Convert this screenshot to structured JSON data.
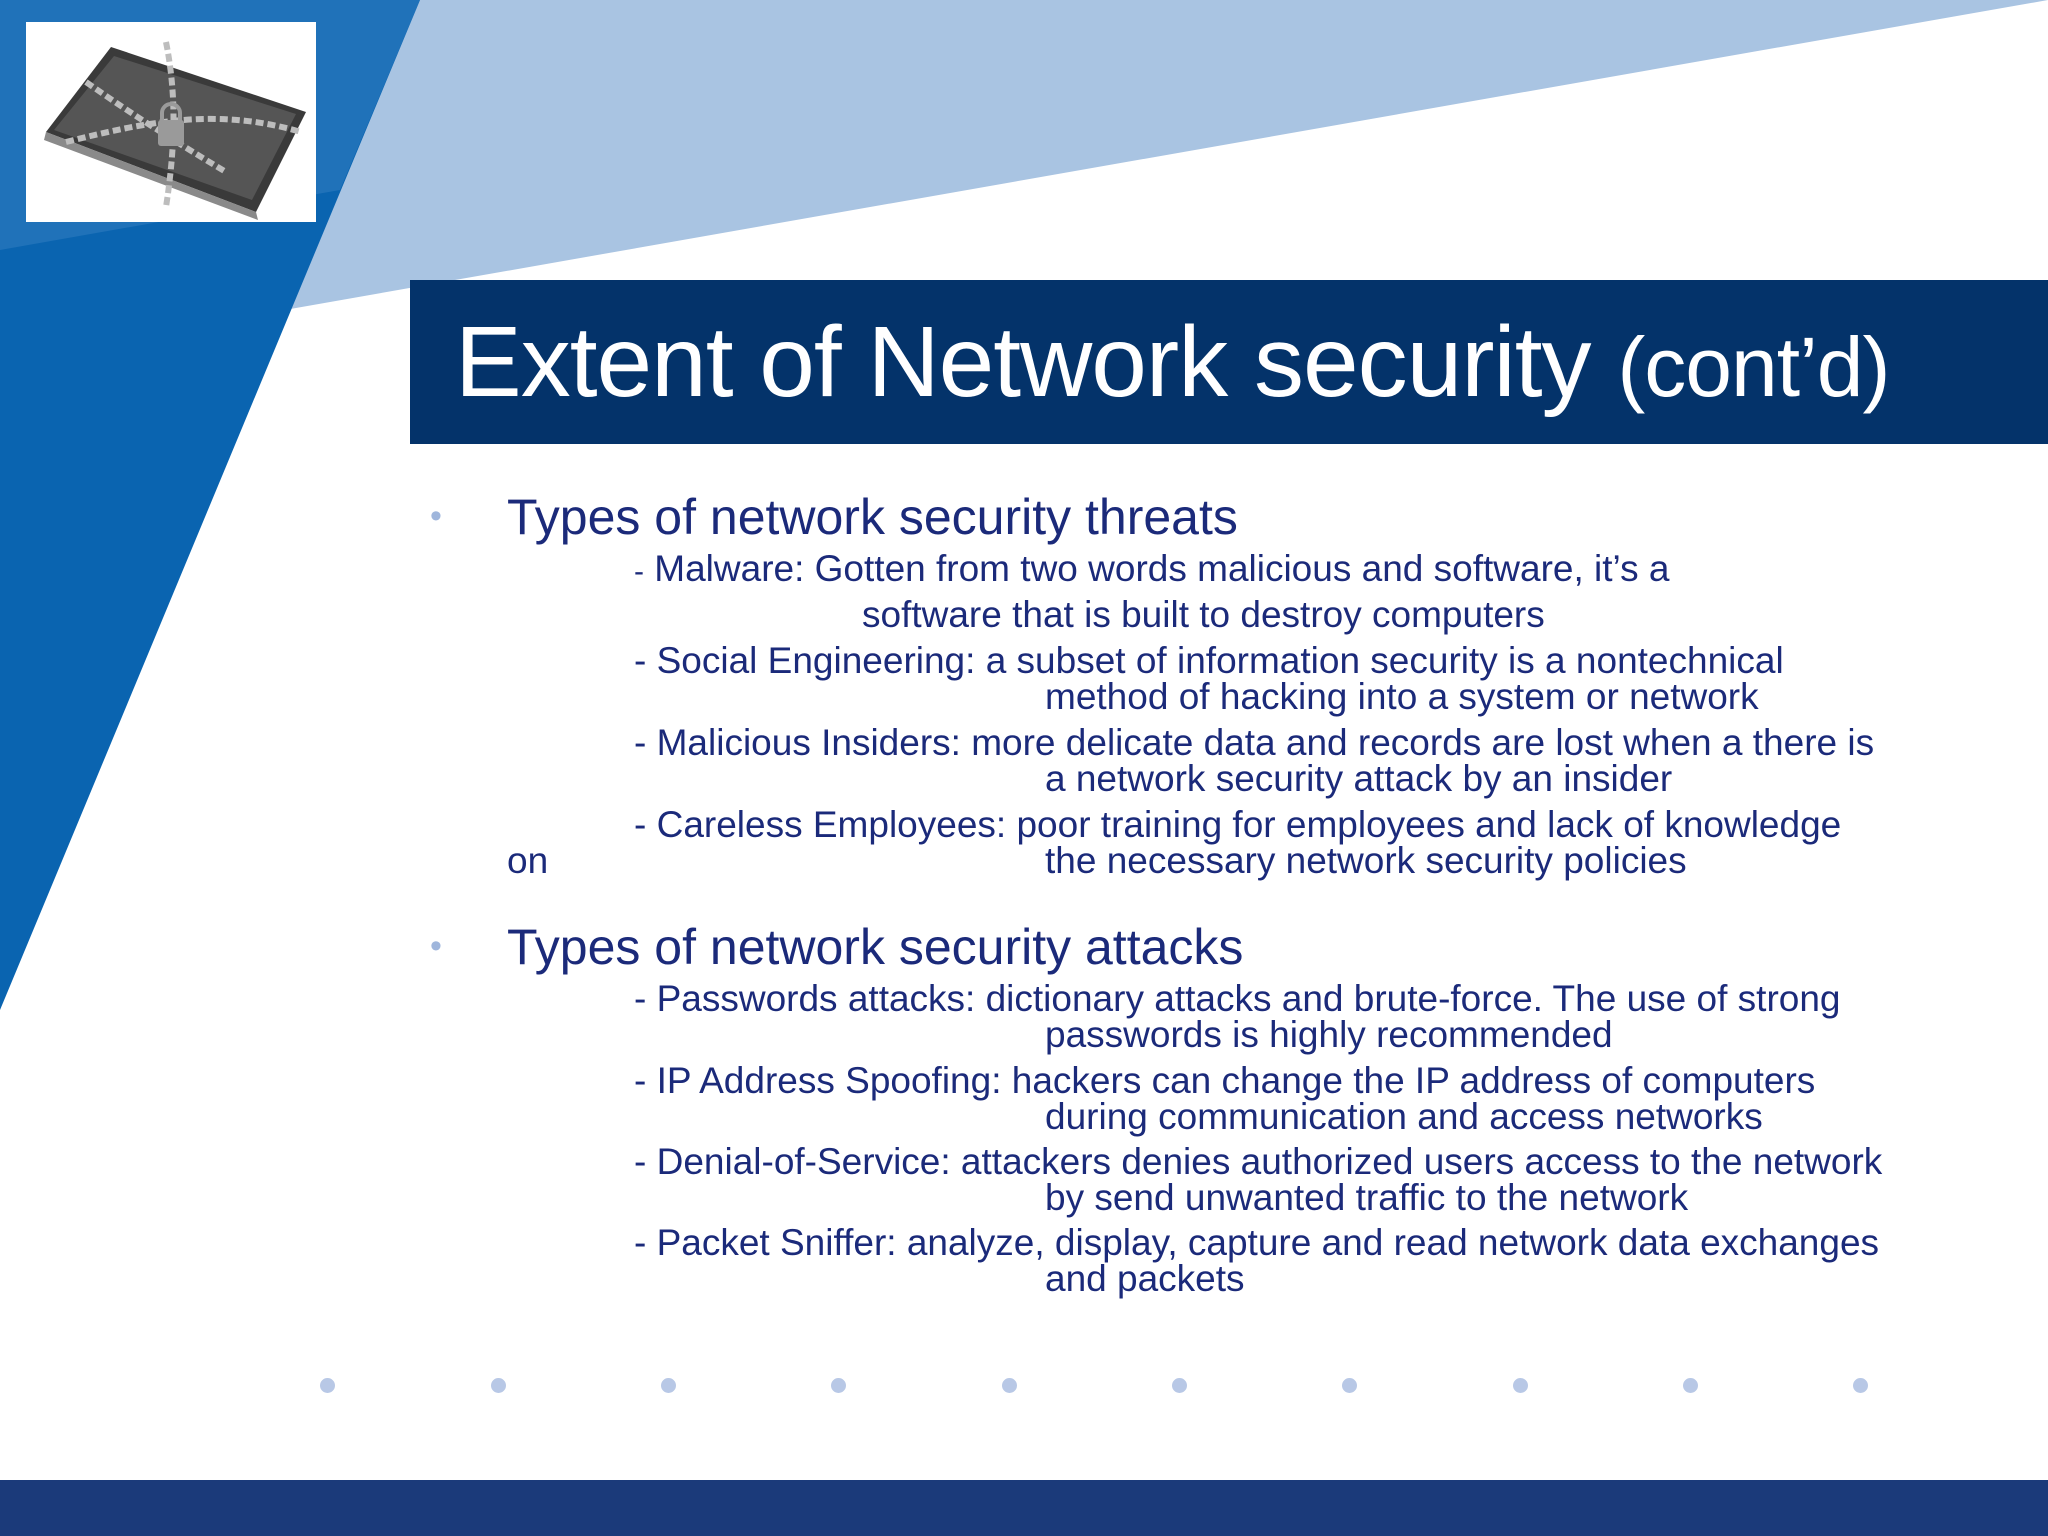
{
  "slide": {
    "title_main": "Extent of Network security",
    "title_suffix": "(cont’d)"
  },
  "sections": [
    {
      "heading": "Types of network security threats",
      "items": [
        {
          "line1_dash": "-",
          "line1": " Malware: Gotten from two words malicious and software, it’s a",
          "line2": "software that is built to destroy computers"
        },
        {
          "line1": "- Social Engineering: a subset of information security is a nontechnical",
          "line2": "method of hacking into a system or network"
        },
        {
          "line1": "- Malicious Insiders: more delicate data and records are lost when a there is",
          "line2": "a network security attack by an insider"
        },
        {
          "line1": "- Careless Employees: poor training for employees and lack of knowledge",
          "line2_prefix": "on",
          "line2": "the necessary network security policies"
        }
      ]
    },
    {
      "heading": "Types of network security attacks",
      "items": [
        {
          "line1": "- Passwords attacks: dictionary attacks and brute-force. The use of strong",
          "line2": "passwords is highly recommended"
        },
        {
          "line1": "- IP Address Spoofing: hackers can change the IP address of computers",
          "line2": "during communication and access networks"
        },
        {
          "line1": "- Denial-of-Service: attackers denies authorized users access to the network",
          "line2": "by send unwanted traffic to the network"
        },
        {
          "line1": "- Packet Sniffer: analyze, display, capture and read network data exchanges",
          "line2": "and packets"
        }
      ]
    }
  ],
  "bullet_glyph": "•",
  "colors": {
    "title_bar": "#04336a",
    "text": "#1b2a7a",
    "footer": "#1b3a7a",
    "accent_dark_blue": "#0a64b0",
    "accent_light_blue": "#a9c4e2"
  },
  "icons": {
    "logo": "padlocked-laptop-icon"
  }
}
